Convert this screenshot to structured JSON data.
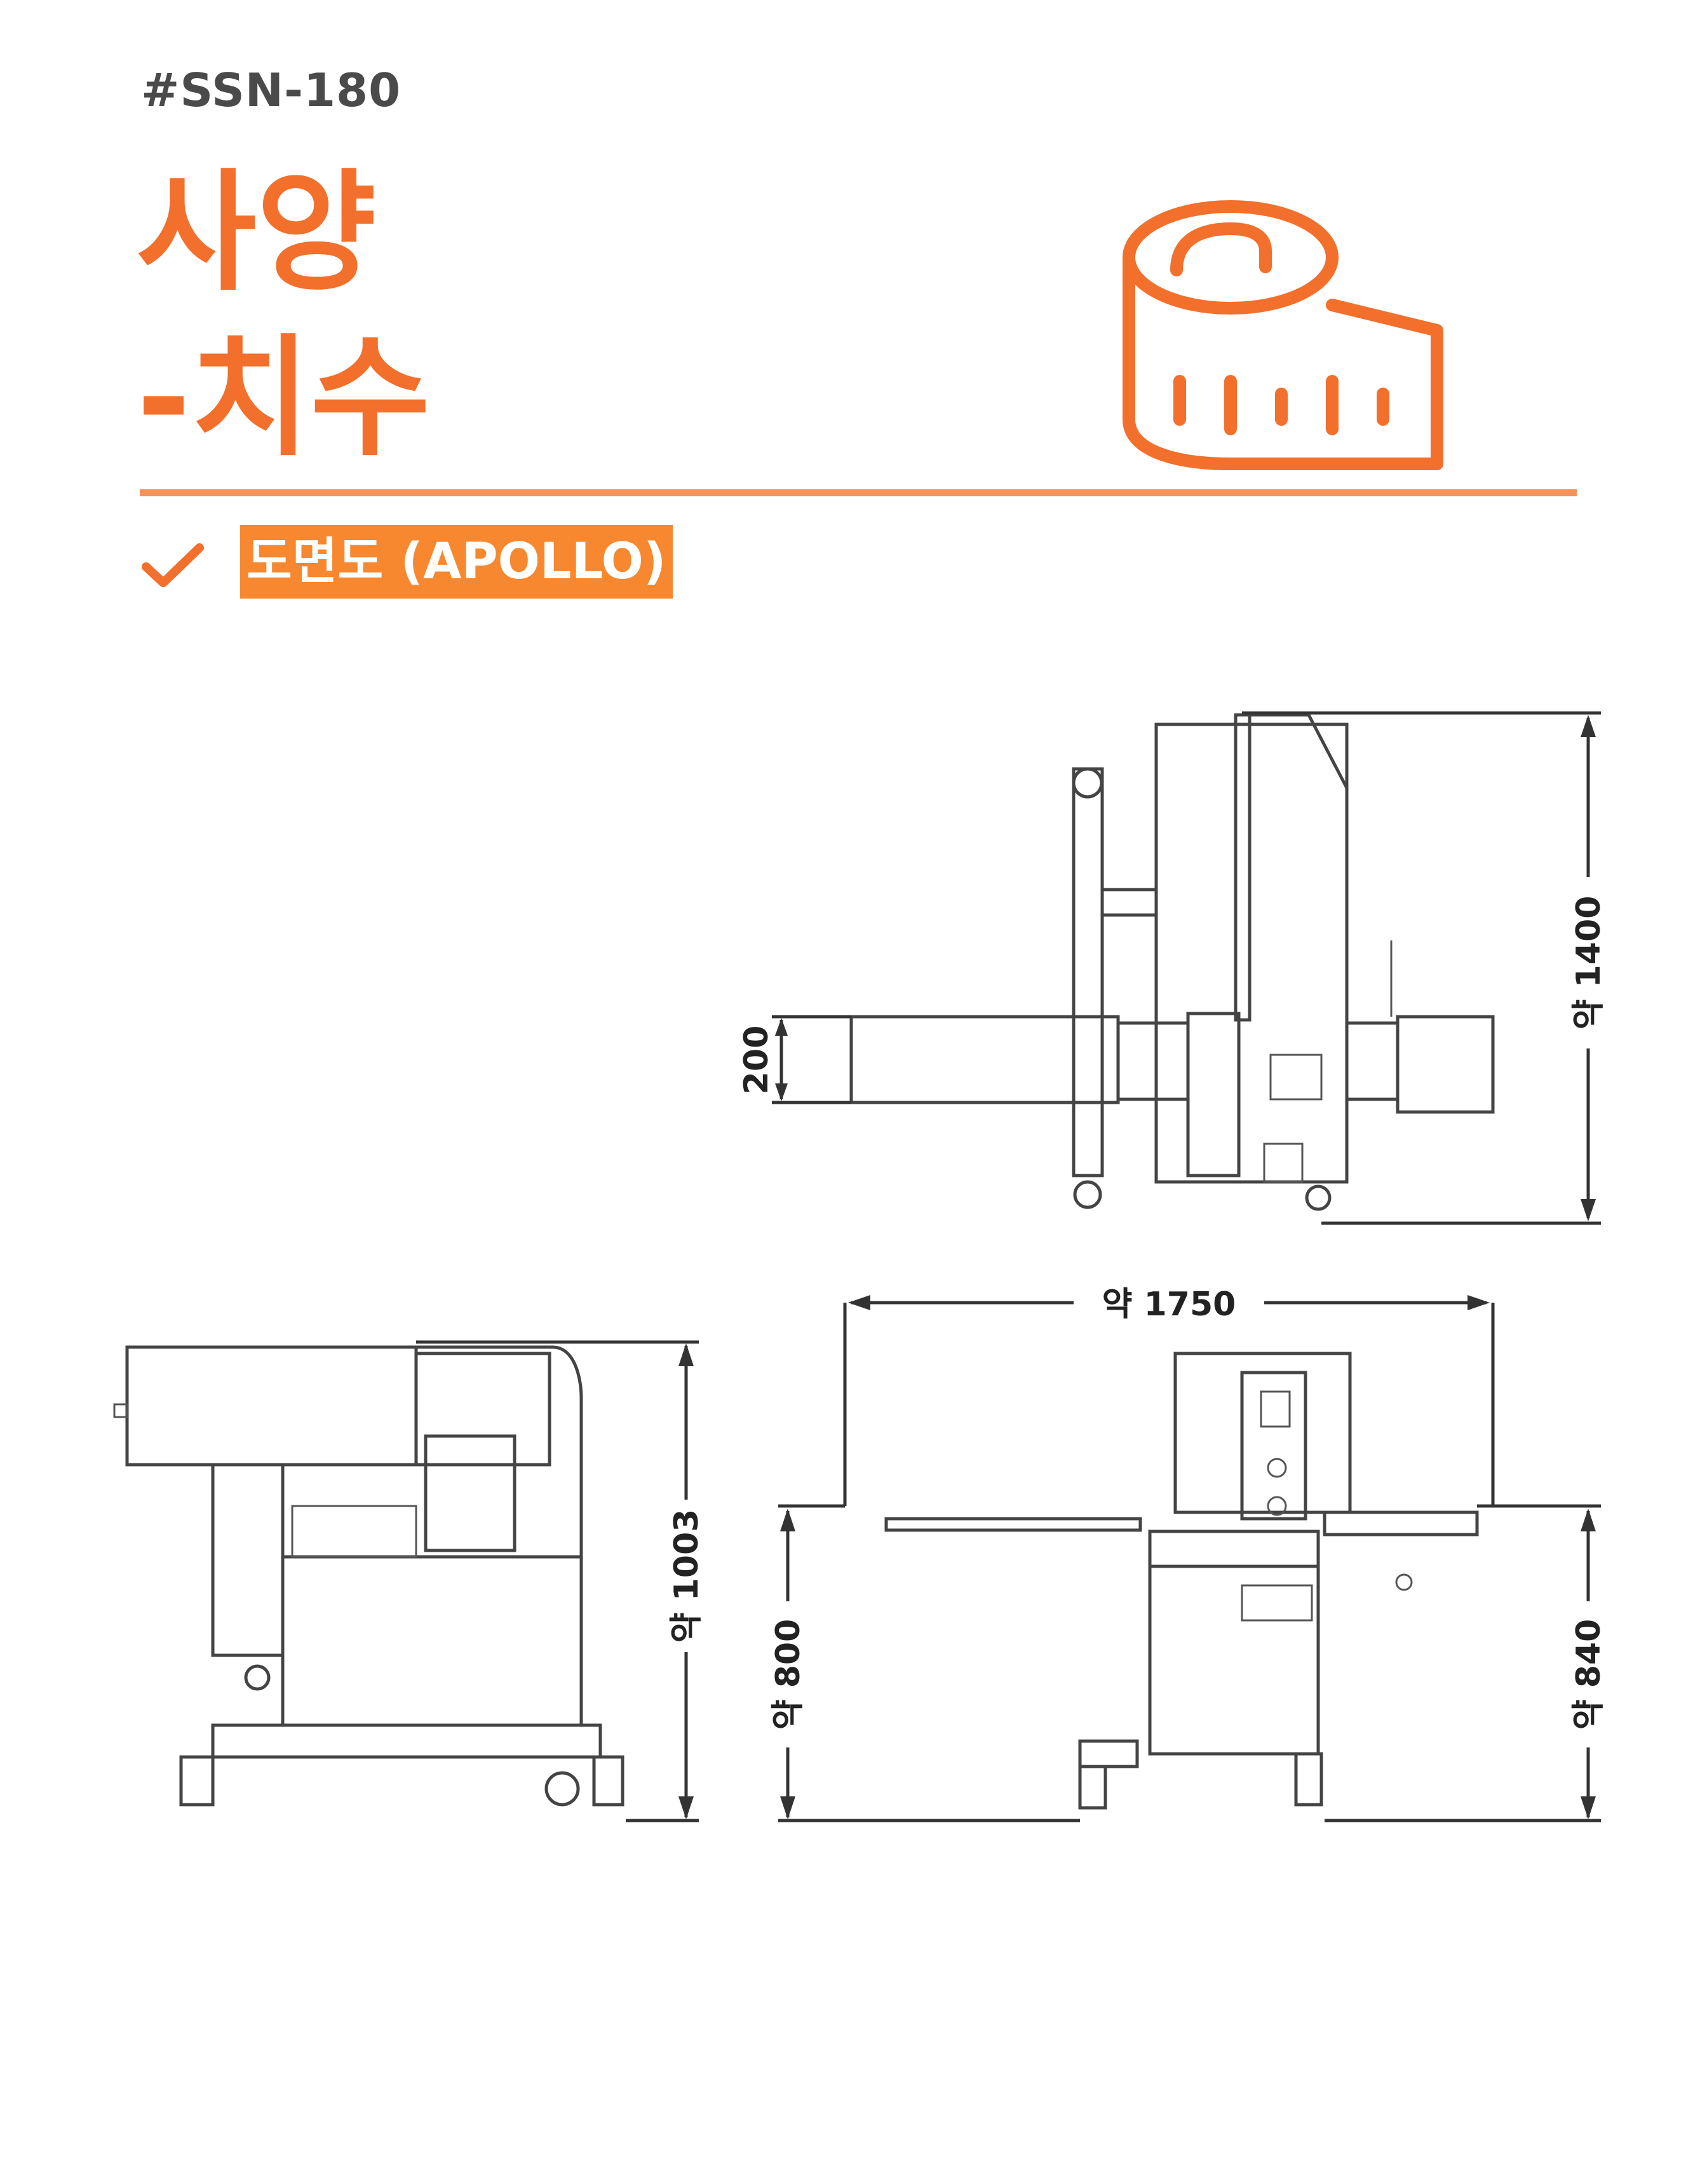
{
  "header": {
    "model_code": "#SSN-180",
    "title_line1": "사양",
    "title_line2": "-치수"
  },
  "section": {
    "label": "도면도 (APOLLO)"
  },
  "icons": {
    "tape": "measuring-tape-icon",
    "check": "check-icon"
  },
  "colors": {
    "accent": "#f36f2c",
    "label_bg": "#f7882f",
    "divider": "#f5925a",
    "text_dark": "#4a4a4a"
  },
  "dimensions": {
    "top_height": "약 1400",
    "top_small": "200",
    "width": "약 1750",
    "side_height": "약 1003",
    "front_height_left": "약 800",
    "front_height_right": "약 840"
  }
}
